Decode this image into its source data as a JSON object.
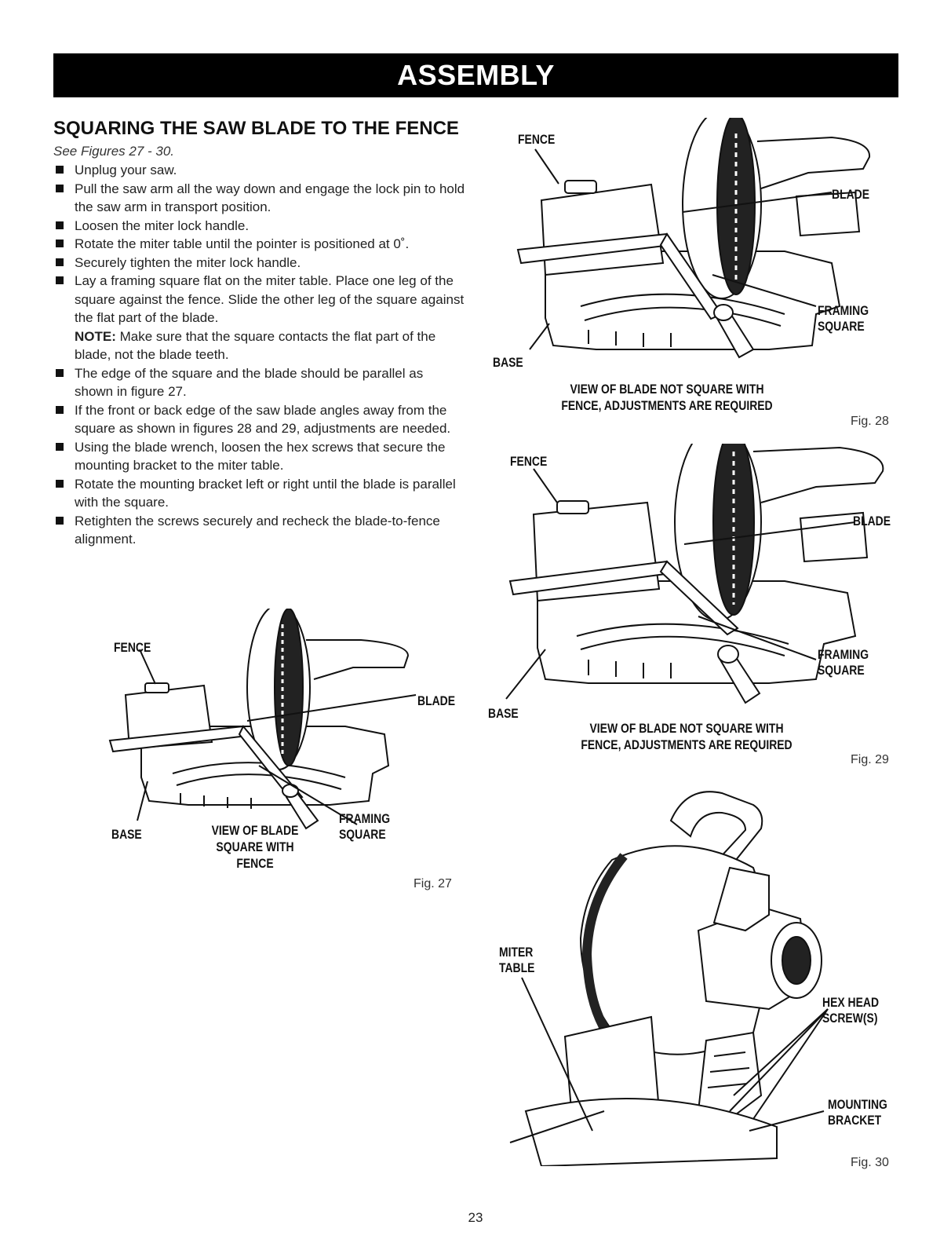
{
  "header": {
    "banner": "ASSEMBLY"
  },
  "section": {
    "title": "SQUARING THE SAW BLADE TO THE FENCE",
    "subtitle": "See Figures 27 - 30.",
    "steps": [
      "Unplug your saw.",
      "Pull the saw arm all the way down and engage the lock pin to hold the saw arm in transport position.",
      "Loosen the miter lock handle.",
      "Rotate the miter table until the pointer is positioned at 0˚.",
      "Securely tighten the miter lock handle.",
      "Lay a framing square flat on the miter table. Place one leg of the square against the fence. Slide the other leg of the square against the flat part of the blade.",
      "The edge of the square and the blade should be parallel as shown in figure 27.",
      "If the front or back edge of the saw blade angles away from the square as shown in figures 28 and 29, adjustments are needed.",
      "Using the blade wrench, loosen the hex screws that secure the mounting bracket to the miter table.",
      "Rotate the mounting bracket left or right until the blade is parallel with the square.",
      "Retighten the screws securely and recheck the blade-to-fence alignment."
    ],
    "note": {
      "label": "NOTE:",
      "text": " Make sure that the square contacts the flat part of the blade, not the blade teeth."
    }
  },
  "figures": {
    "fig27": {
      "fence": "FENCE",
      "blade": "BLADE",
      "base": "BASE",
      "framing_square": "FRAMING\nSQUARE",
      "caption": "VIEW OF BLADE\nSQUARE WITH FENCE",
      "number": "Fig. 27"
    },
    "fig28": {
      "fence": "FENCE",
      "blade": "BLADE",
      "base": "BASE",
      "framing_square": "FRAMING\nSQUARE",
      "caption": "VIEW OF BLADE NOT SQUARE WITH\nFENCE, ADJUSTMENTS ARE REQUIRED",
      "number": "Fig. 28"
    },
    "fig29": {
      "fence": "FENCE",
      "blade": "BLADE",
      "base": "BASE",
      "framing_square": "FRAMING\nSQUARE",
      "caption": "VIEW OF BLADE NOT SQUARE WITH\nFENCE, ADJUSTMENTS ARE REQUIRED",
      "number": "Fig. 29"
    },
    "fig30": {
      "miter_table": "MITER\nTABLE",
      "hex_head": "HEX HEAD\nSCREW(S)",
      "mounting_bracket": "MOUNTING\nBRACKET",
      "number": "Fig. 30"
    }
  },
  "footer": {
    "page_number": "23"
  }
}
